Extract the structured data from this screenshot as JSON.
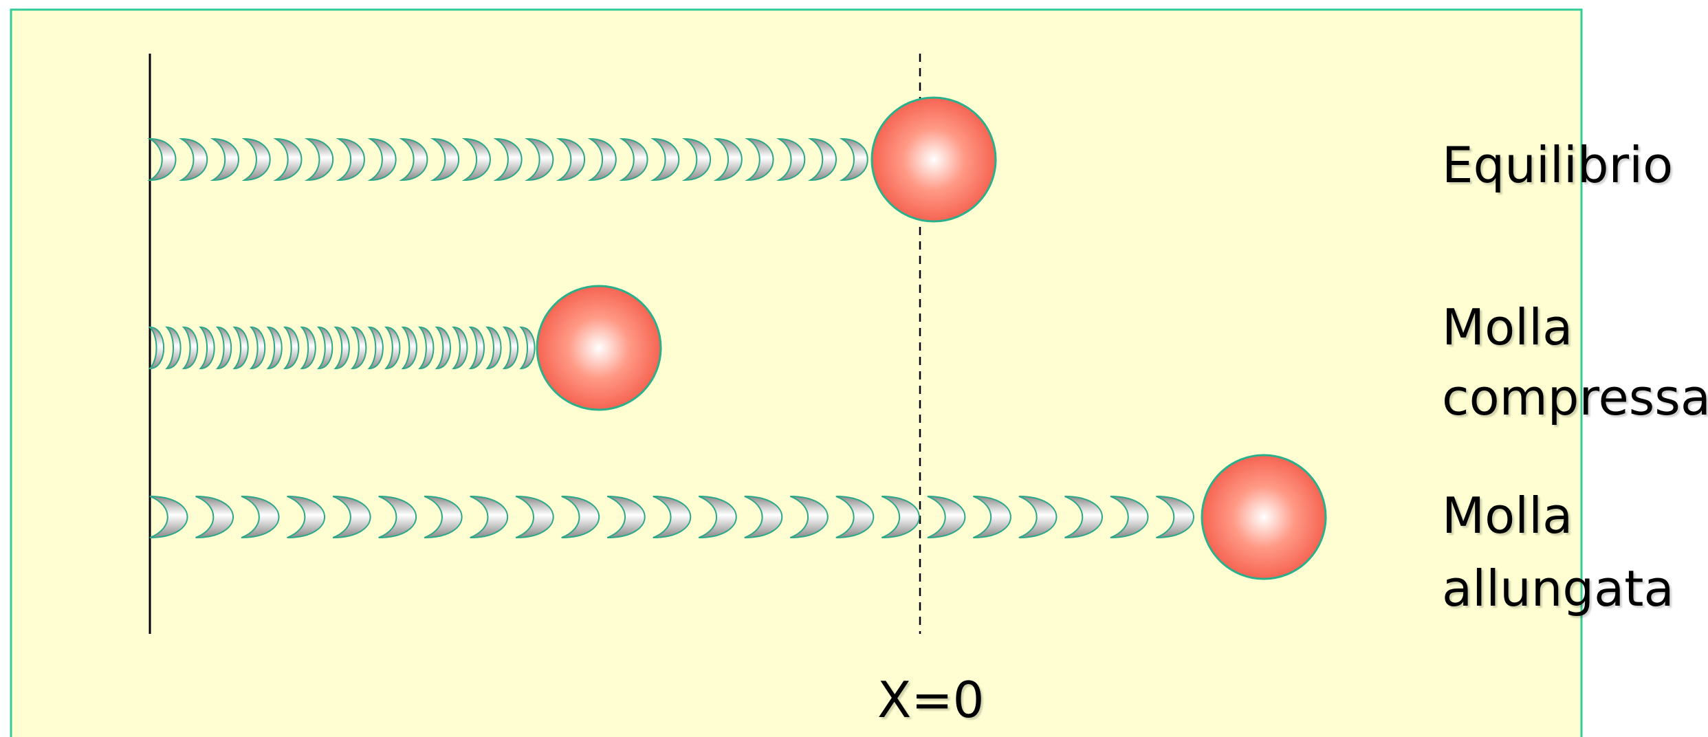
{
  "labels": {
    "equilibrium": "Equilibrio",
    "compressed_line1": "Molla",
    "compressed_line2": "compressa",
    "stretched_line1": "Molla",
    "stretched_line2": "allungata",
    "origin": "X=0"
  },
  "springs": [
    {
      "state": "equilibrium",
      "coils": 23
    },
    {
      "state": "compressed",
      "coils": 23
    },
    {
      "state": "stretched",
      "coils": 23
    }
  ],
  "colors": {
    "panel_fill": "#fefed2",
    "panel_border": "#33cc99",
    "spring_outline": "#2aa889",
    "ball_light": "#ffffff",
    "ball_mid": "#ff9a86",
    "ball_dark": "#f45a48",
    "ball_outline": "#2ab08a"
  }
}
